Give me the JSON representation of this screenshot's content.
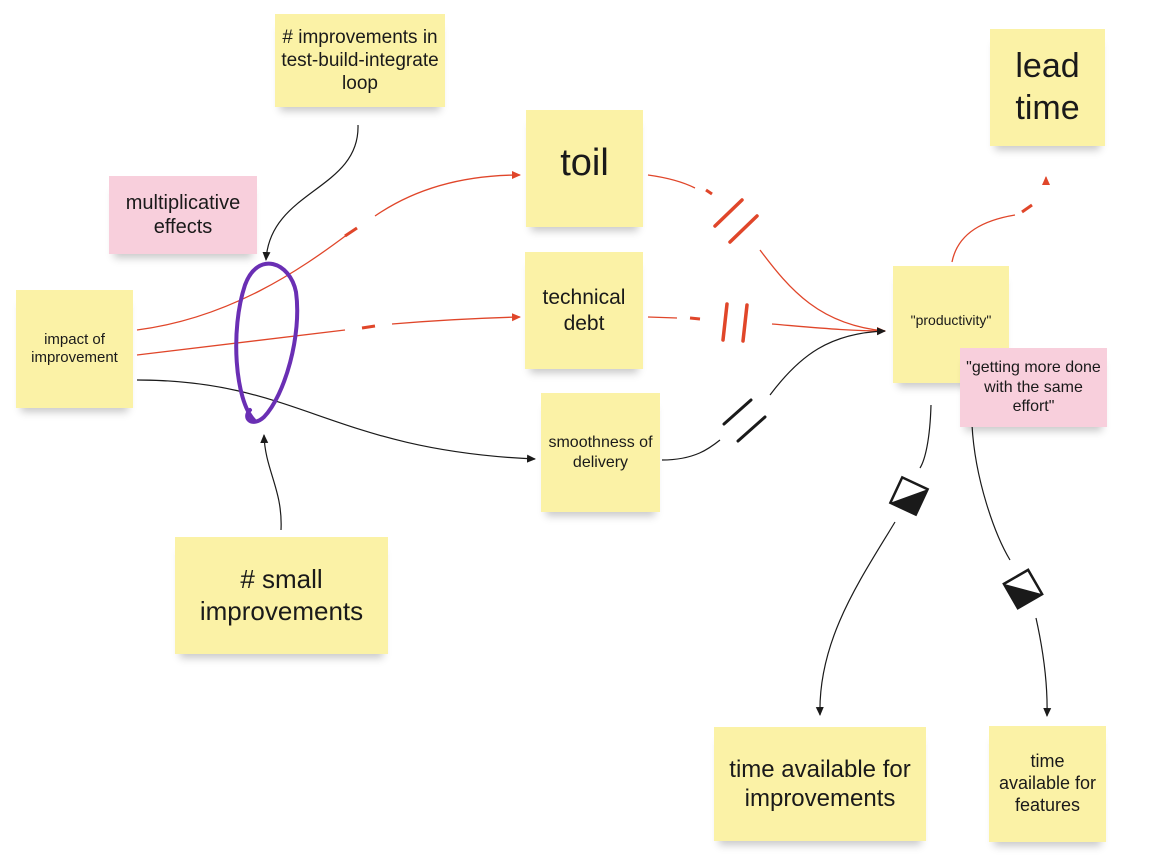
{
  "notes": {
    "improvements_loop": "# improvements in test-build-integrate loop",
    "multiplicative": "multiplicative effects",
    "impact": "impact of improvement",
    "small_improvements": "# small improvements",
    "toil": "toil",
    "technical_debt": "technical debt",
    "smoothness": "smoothness of delivery",
    "productivity": "\"productivity\"",
    "getting_more": "\"getting more done with the same effort\"",
    "lead_time": "lead time",
    "time_improvements": "time available for improvements",
    "time_features": "time available for features"
  },
  "colors": {
    "sticky_yellow": "#fbf2a6",
    "sticky_pink": "#f8cfdc",
    "link_red": "#e0462a",
    "link_black": "#1a1a1a",
    "loop_purple": "#6a2fb4"
  }
}
